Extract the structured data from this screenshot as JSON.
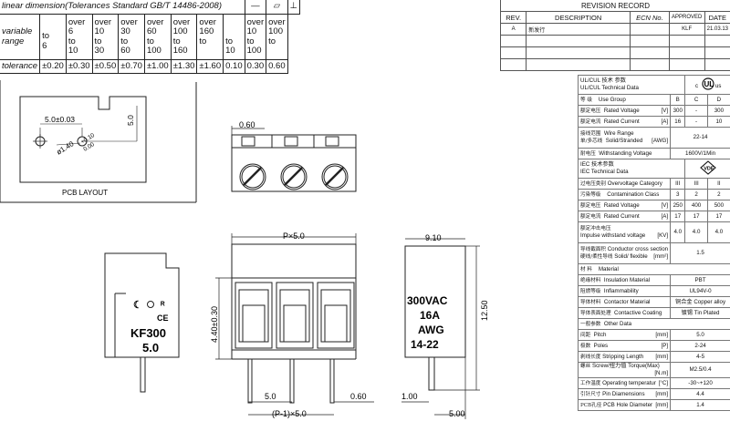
{
  "tolerance_table": {
    "header": "linear dimension(Tolerances Standard GB/T 14486-2008)",
    "symbols": [
      "—",
      "▱",
      "⊥"
    ],
    "row_label_1": "variable",
    "row_label_2": "range",
    "ranges": [
      {
        "top": "",
        "a": "to",
        "b": "6"
      },
      {
        "top": "over",
        "a": "6",
        "b": "to",
        "c": "10"
      },
      {
        "top": "over",
        "a": "10",
        "b": "to",
        "c": "30"
      },
      {
        "top": "over",
        "a": "30",
        "b": "to",
        "c": "60"
      },
      {
        "top": "over",
        "a": "60",
        "b": "to",
        "c": "100"
      },
      {
        "top": "over",
        "a": "100",
        "b": "to",
        "c": "160"
      },
      {
        "top": "over",
        "a": "160",
        "b": "to",
        "c": ""
      },
      {
        "top": "",
        "a": "to",
        "b": "10"
      },
      {
        "top": "over",
        "a": "10",
        "b": "to",
        "c": "100"
      },
      {
        "top": "over",
        "a": "100",
        "b": "to",
        "c": ""
      }
    ],
    "tolerance_label": "tolerance",
    "tolerances": [
      "±0.20",
      "±0.30",
      "±0.50",
      "±0.70",
      "±1.00",
      "±1.30",
      "±1.60",
      "0.10",
      "0.30",
      "0.60"
    ]
  },
  "revision": {
    "title": "REVISION  RECORD",
    "headers": [
      "REV.",
      "DESCRIPTION",
      "ECN No.",
      "APPROVED",
      "DATE"
    ],
    "rows": [
      [
        "A",
        "新发行",
        "",
        "KLF",
        "21.03.13"
      ],
      [
        "",
        "",
        "",
        "",
        ""
      ],
      [
        "",
        "",
        "",
        "",
        ""
      ],
      [
        "",
        "",
        "",
        "",
        ""
      ]
    ]
  },
  "pcb": {
    "d1": "5.0±0.03",
    "d2": "5.0",
    "d3": "ø1.40 +0.10 / 0.00",
    "d3a": "ø1.40",
    "d3b": "+0.10",
    "d3c": "0.00",
    "caption": "PCB LAYOUT"
  },
  "drawing": {
    "top_dim": "0.60",
    "width_dim": "P×5.0",
    "height_dim": "4.40±0.30",
    "pitch_dim": "5.0",
    "pin_dim": "0.60",
    "total_dim": "(P-1)×5.0",
    "side_top": "9.10",
    "side_height": "12.50",
    "side_left": "1.00",
    "side_bottom": "5.00",
    "marking_left": [
      "KF300",
      "5.0"
    ],
    "marking_right": [
      "300VAC",
      "16A",
      "AWG",
      "14-22"
    ]
  },
  "spec": {
    "ul_title_zh": "UL/CUL  技术 参数",
    "ul_title_en": "UL/CUL    Technical Data",
    "ul_use_group": {
      "zh": "等  级",
      "en": "Use Group",
      "unit": "",
      "v": [
        "B",
        "C",
        "D"
      ]
    },
    "ul_voltage": {
      "zh": "额定电压",
      "en": "Rated Voltage",
      "unit": "[V]",
      "v": [
        "300",
        "-",
        "300"
      ]
    },
    "ul_current": {
      "zh": "额定电流",
      "en": "Rated Current",
      "unit": "[A]",
      "v": [
        "16",
        "-",
        "10"
      ]
    },
    "wire_range": {
      "zh": "接线范围",
      "en": "Wire Range",
      "zh2": "单/多芯线",
      "en2": "Solid/Stranded",
      "unit": "[AWG]",
      "v": "22-14"
    },
    "withstand": {
      "zh": "耐电压",
      "en": "Withstanding Voltage",
      "v": "1600V/1Min"
    },
    "iec_title_zh": "IEC  技术参数",
    "iec_title_en": "IEC   Technical Data",
    "iec_rows": [
      {
        "zh": "过电压类别",
        "en": "Overvoltage Category",
        "unit": "",
        "v": [
          "III",
          "III",
          "II"
        ]
      },
      {
        "zh": "污染等级",
        "en": "Contamination Class",
        "unit": "",
        "v": [
          "3",
          "2",
          "2"
        ]
      },
      {
        "zh": "额定电压",
        "en": "Rated Voltage",
        "unit": "[V]",
        "v": [
          "250",
          "400",
          "500"
        ]
      },
      {
        "zh": "额定电流",
        "en": "Rated Current",
        "unit": "[A]",
        "v": [
          "17",
          "17",
          "17"
        ]
      }
    ],
    "impulse": {
      "zh": "额定冲击电压",
      "en": "Impulse withstand voltage",
      "unit": "[KV]",
      "v": [
        "4.0",
        "4.0",
        "4.0"
      ]
    },
    "cross": {
      "zh": "导线截面积",
      "en": "Conductor cross section",
      "zh2": "硬线/柔性导线",
      "en2": "Solid/ flexible",
      "unit": "[mm²]",
      "v": "1.5"
    },
    "material_title": {
      "zh": "材  料",
      "en": "Material"
    },
    "materials": [
      {
        "zh": "绝缘材料",
        "en": "Insulation Material",
        "v": "PBT"
      },
      {
        "zh": "阻燃等级",
        "en": "Inflammability",
        "v": "UL94V-0"
      },
      {
        "zh": "导体材料",
        "en": "Contactor Material",
        "v": "铜合金 Copper alloy"
      },
      {
        "zh": "导体表面处理",
        "en": "Contactive Coating",
        "v": "镀锡 Tin Plated"
      }
    ],
    "other_title": {
      "zh": "一般参数",
      "en": "Other Data"
    },
    "other": [
      {
        "zh": "间距",
        "en": "Pitch",
        "unit": "[mm]",
        "v": "5.0"
      },
      {
        "zh": "极数",
        "en": "Poles",
        "unit": "[P]",
        "v": "2-24"
      },
      {
        "zh": "剥线长度",
        "en": "Stripping Length",
        "unit": "[mm]",
        "v": "4-5"
      },
      {
        "zh": "螺丝",
        "en": "Screw/扭力值  Torque(Max)",
        "unit": "[N.m]",
        "v": "M2.5/0.4"
      },
      {
        "zh": "工作温度",
        "en": "Operating temperatur",
        "unit": "[°C]",
        "v": "-30~+120"
      },
      {
        "zh": "引针尺寸",
        "en": "Pin Diamensions",
        "unit": "[mm]",
        "v": "4.4"
      },
      {
        "zh": "PCB孔径",
        "en": "PCB Hole Diameter",
        "unit": "[mm]",
        "v": "1.4"
      }
    ]
  }
}
